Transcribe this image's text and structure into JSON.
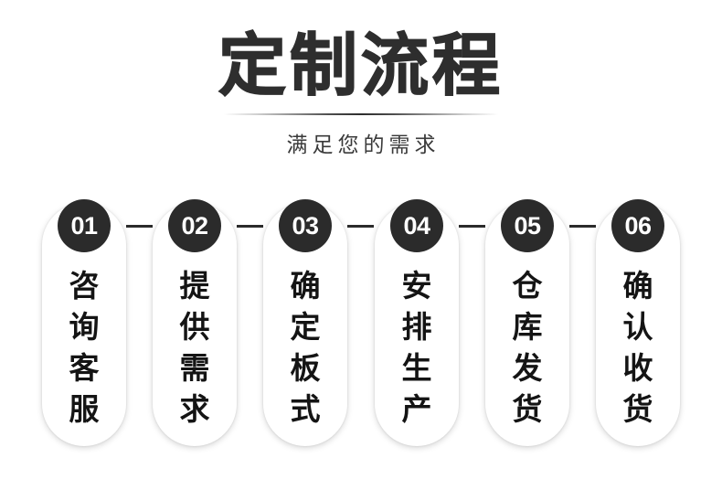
{
  "header": {
    "title": "定制流程",
    "subtitle": "满足您的需求",
    "divider": "gradient-rule"
  },
  "colors": {
    "background": "#ffffff",
    "title_color": "#2e2e2e",
    "subtitle_color": "#3a3a3a",
    "badge_bg": "#2b2b2b",
    "badge_text": "#ffffff",
    "card_bg": "#ffffff",
    "label_color": "#141414",
    "connector": "#2b2b2b"
  },
  "steps": [
    {
      "number": "01",
      "label": "咨询客服",
      "chars": [
        "咨",
        "询",
        "客",
        "服"
      ]
    },
    {
      "number": "02",
      "label": "提供需求",
      "chars": [
        "提",
        "供",
        "需",
        "求"
      ]
    },
    {
      "number": "03",
      "label": "确定板式",
      "chars": [
        "确",
        "定",
        "板",
        "式"
      ]
    },
    {
      "number": "04",
      "label": "安排生产",
      "chars": [
        "安",
        "排",
        "生",
        "产"
      ]
    },
    {
      "number": "05",
      "label": "仓库发货",
      "chars": [
        "仓",
        "库",
        "发",
        "货"
      ]
    },
    {
      "number": "06",
      "label": "确认收货",
      "chars": [
        "确",
        "认",
        "收",
        "货"
      ]
    }
  ]
}
